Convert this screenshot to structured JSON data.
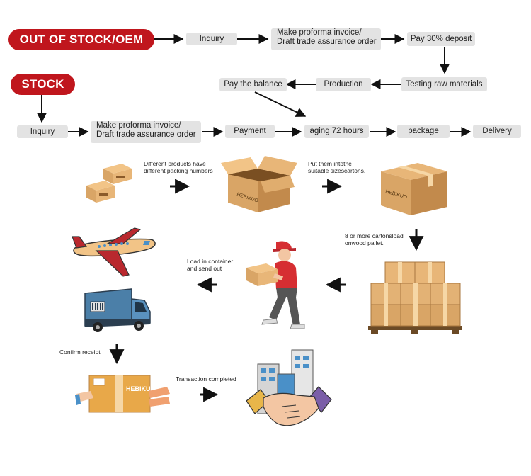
{
  "badges": {
    "oem": "OUT OF STOCK/OEM",
    "stock": "STOCK"
  },
  "row_oem": {
    "inquiry": "Inquiry",
    "proforma_line1": "Make proforma invoice/",
    "proforma_line2": "Draft trade assurance order",
    "deposit": "Pay 30% deposit"
  },
  "row_mid": {
    "balance": "Pay the balance",
    "production": "Production",
    "testing": "Testing raw materials"
  },
  "row_stock": {
    "inquiry": "Inquiry",
    "proforma_line1": "Make proforma invoice/",
    "proforma_line2": "Draft trade assurance order",
    "payment": "Payment",
    "aging": "aging 72 hours",
    "package": "package",
    "delivery": "Delivery"
  },
  "notes": {
    "packing_line1": "Different products have",
    "packing_line2": "different packing numbers",
    "cartons_line1": "Put them intothe",
    "cartons_line2": "suitable sizescartons.",
    "pallet_line1": "8 or more cartonsload",
    "pallet_line2": "onwood pallet.",
    "container_line1": "Load in container",
    "container_line2": "and send out",
    "receipt": "Confirm receipt",
    "completed": "Transaction completed"
  },
  "brand": "HEBIKUO",
  "colors": {
    "badge_red": "#c0161d",
    "step_gray": "#e3e3e3",
    "carton": "#d9a566",
    "carton_dark": "#b9844a"
  }
}
